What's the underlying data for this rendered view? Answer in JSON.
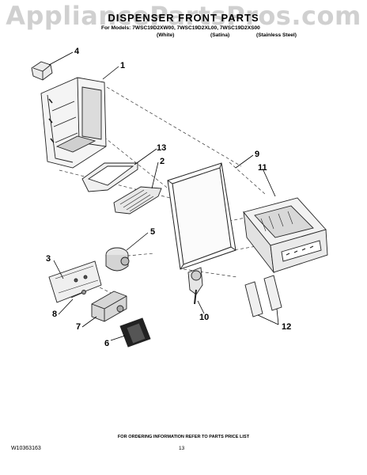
{
  "watermark": "AppliancePartsPros.com",
  "title": "DISPENSER FRONT PARTS",
  "models": {
    "prefix": "For Models:",
    "list": "7WSC19D2XW00, 7WSC19D2XL00, 7WSC19D2XS00",
    "colors": [
      "(White)",
      "(Satina)",
      "(Stainless Steel)"
    ]
  },
  "callouts": {
    "c1": "1",
    "c2": "2",
    "c3": "3",
    "c4": "4",
    "c5": "5",
    "c6": "6",
    "c7": "7",
    "c8": "8",
    "c9": "9",
    "c10": "10",
    "c11": "11",
    "c12": "12",
    "c13": "13"
  },
  "footer": {
    "ordering": "FOR ORDERING INFORMATION REFER TO PARTS PRICE LIST",
    "page_number": "13",
    "doc_number": "W10363163"
  }
}
